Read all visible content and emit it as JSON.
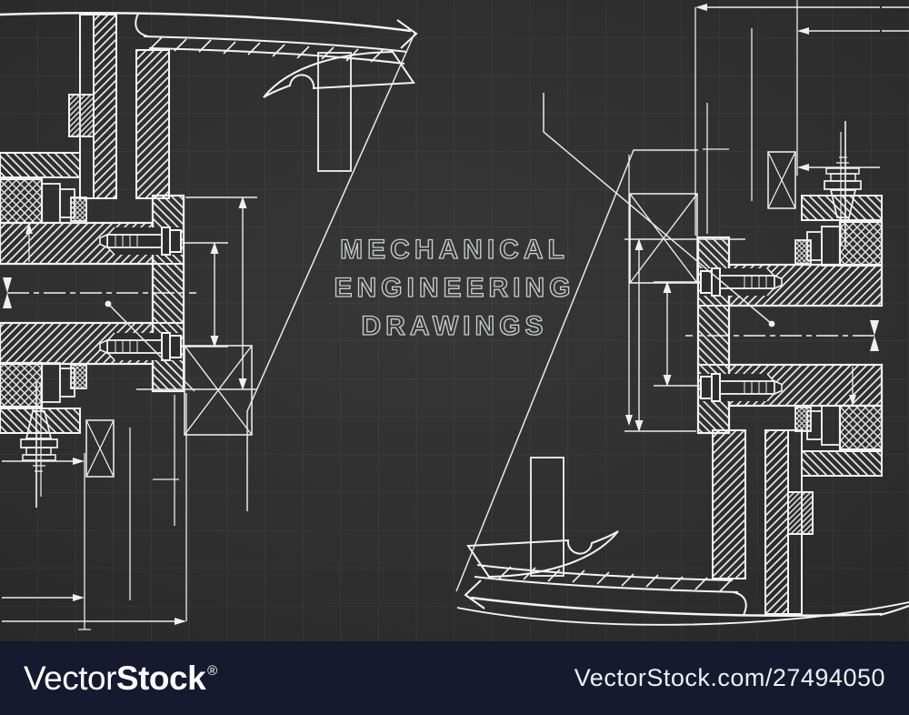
{
  "artwork": {
    "title_lines": [
      "MECHANICAL",
      "ENGINEERING",
      "DRAWINGS"
    ],
    "title_outline_color": "#c9cbcc",
    "line_color": "#f4f4f4",
    "background_color": "#2e2e2e",
    "grid_color": "rgba(255,255,255,0.085)",
    "subject": "technical blueprint cross-sections of bearing assemblies"
  },
  "footer": {
    "logo_light": "Vector",
    "logo_bold": "Stock",
    "registered_mark": "®",
    "url": "VectorStock.com/27494050",
    "bar_color": "#171a2e",
    "text_color": "#ffffff"
  }
}
